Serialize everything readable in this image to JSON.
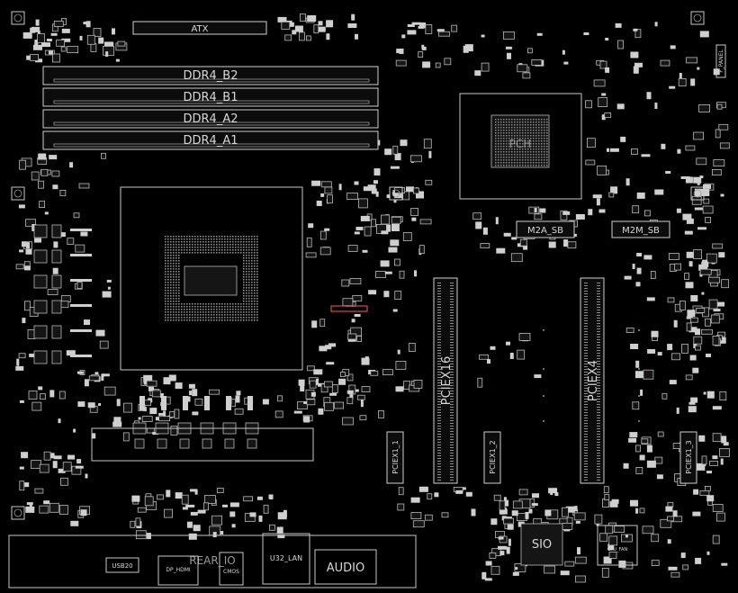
{
  "colors": {
    "background": "#000000",
    "outline": "#c8c8c8",
    "highlight": "#ff5a5a",
    "teal_dot": "#3fbfa5"
  },
  "labels": {
    "atx": "ATX",
    "ddr4_b2": "DDR4_B2",
    "ddr4_b1": "DDR4_B1",
    "ddr4_a2": "DDR4_A2",
    "ddr4_a1": "DDR4_A1",
    "pch": "PCH",
    "m2a_sb": "M2A_SB",
    "m2m_sb": "M2M_SB",
    "pciex16": "PCIEX16",
    "pciex4": "PCIEX4",
    "pciex1_1": "PCIEX1_1",
    "pciex1_2": "PCIEX1_2",
    "pciex1_3": "PCIEX1_3",
    "sio": "SIO",
    "audio": "AUDIO",
    "usb_lan": "U32_LAN",
    "rear_io": "REAR_IO",
    "cmos": "CMOS",
    "dp_hdmi": "DP_HDMI",
    "usb20": "USB20",
    "cpu_fan": "CPU_FAN",
    "f_panel": "F_PANEL"
  }
}
